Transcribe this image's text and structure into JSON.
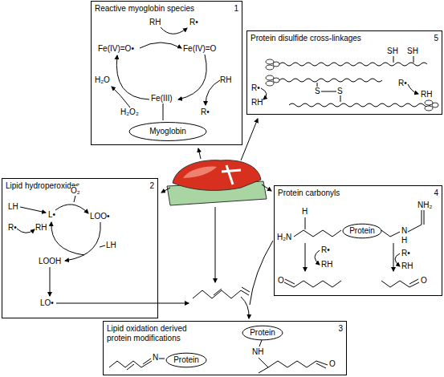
{
  "diagram": {
    "nodes": [
      {
        "text": [
          "Reactive myoglobin species",
          "1"
        ]
      },
      {
        "text": [
          "Myoglobin"
        ],
        "in": 0
      },
      {
        "text": [
          "Protein disulfide cross-linkages",
          "5"
        ]
      },
      {
        "text": [
          "Lipid hydroperoxides",
          "2"
        ]
      },
      {
        "text": [
          "Protein carbonyls",
          "4"
        ]
      },
      {
        "text": [
          "Protein"
        ],
        "in": 4
      },
      {
        "text": [
          "Lipid oxidation derived protein modifications",
          "3"
        ]
      },
      {
        "text": [
          "Protein"
        ],
        "in": 6
      },
      {
        "text": [
          "Protein"
        ],
        "in": 6
      }
    ],
    "labels": [
      "RH",
      "R•",
      "Fe(IV)=O•",
      "Fe(IV)=O",
      "RH",
      "R•",
      "H₂O",
      "H₂O₂",
      "Fe(III)",
      "SH",
      "SH",
      "R•",
      "RH",
      "R•",
      "RH",
      "S",
      "S",
      "LH",
      "R•",
      "RH",
      "L•",
      "O₂",
      "LOO•",
      "LH",
      "LOOH",
      "LO•",
      "H",
      "H₂N",
      "NH₂",
      "N",
      "H",
      "R•",
      "RH",
      "R•",
      "RH",
      "O",
      "O",
      "N",
      "NH",
      "O"
    ]
  }
}
